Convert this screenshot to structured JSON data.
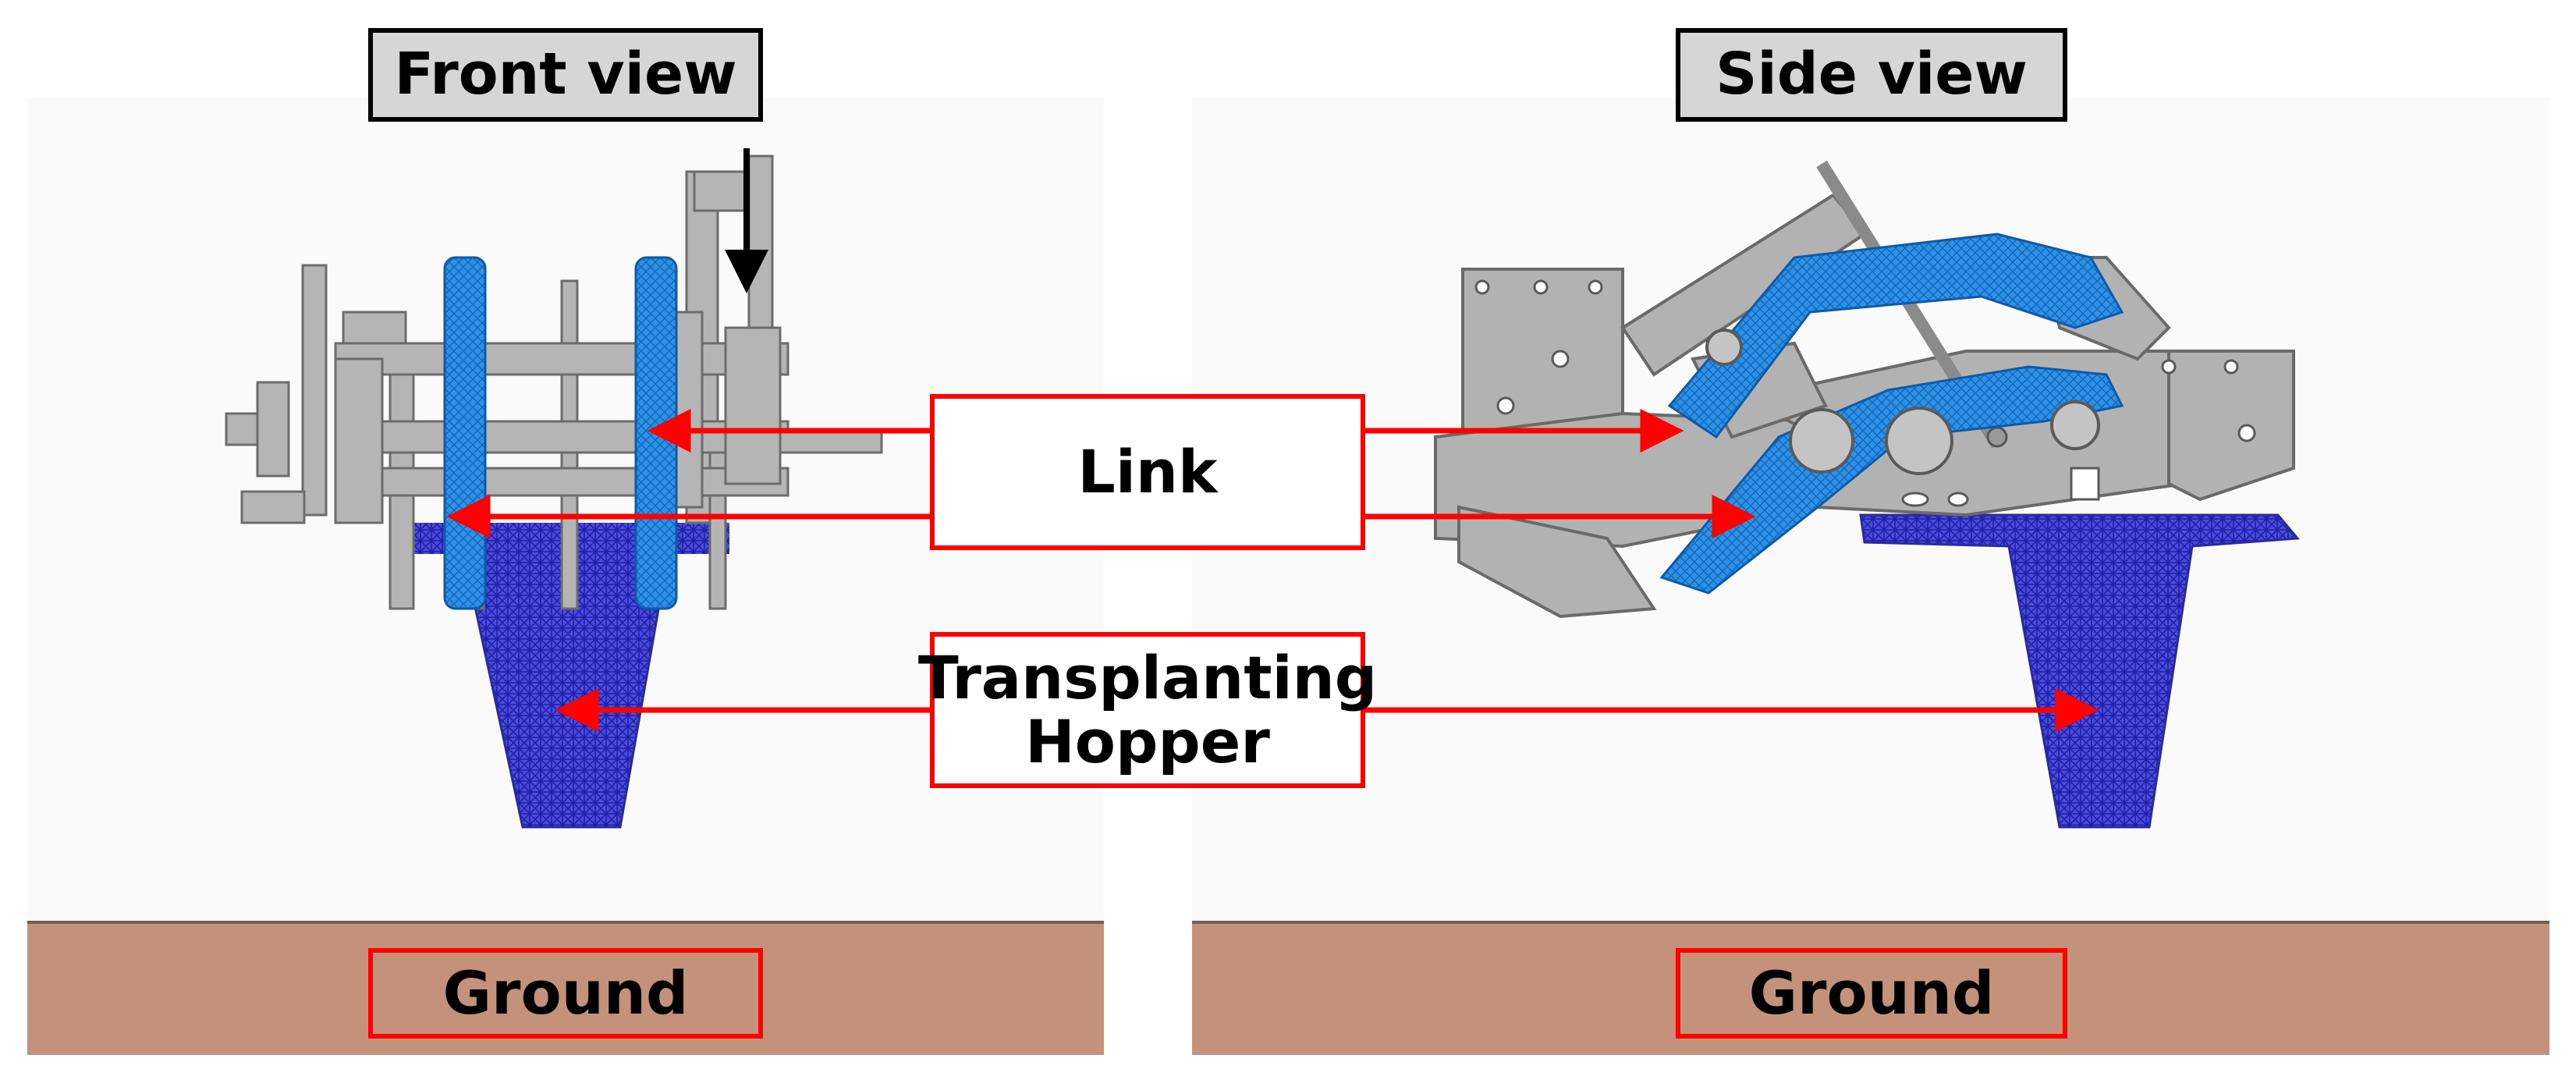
{
  "titles": {
    "front": "Front view",
    "side": "Side view"
  },
  "callouts": {
    "link": "Link",
    "hopper_line1": "Transplanting",
    "hopper_line2": "Hopper"
  },
  "ground": {
    "left": "Ground",
    "right": "Ground"
  },
  "colors": {
    "panel_background": "#fafafa",
    "ground_fill": "#c4917a",
    "callout_border": "#ff0000",
    "arrow": "#ff0000",
    "link_part": "#2a8ee0",
    "hopper_mesh": "#3333cc",
    "machine_parts": "#a9a9a9",
    "title_box": "#d6d6d6"
  }
}
